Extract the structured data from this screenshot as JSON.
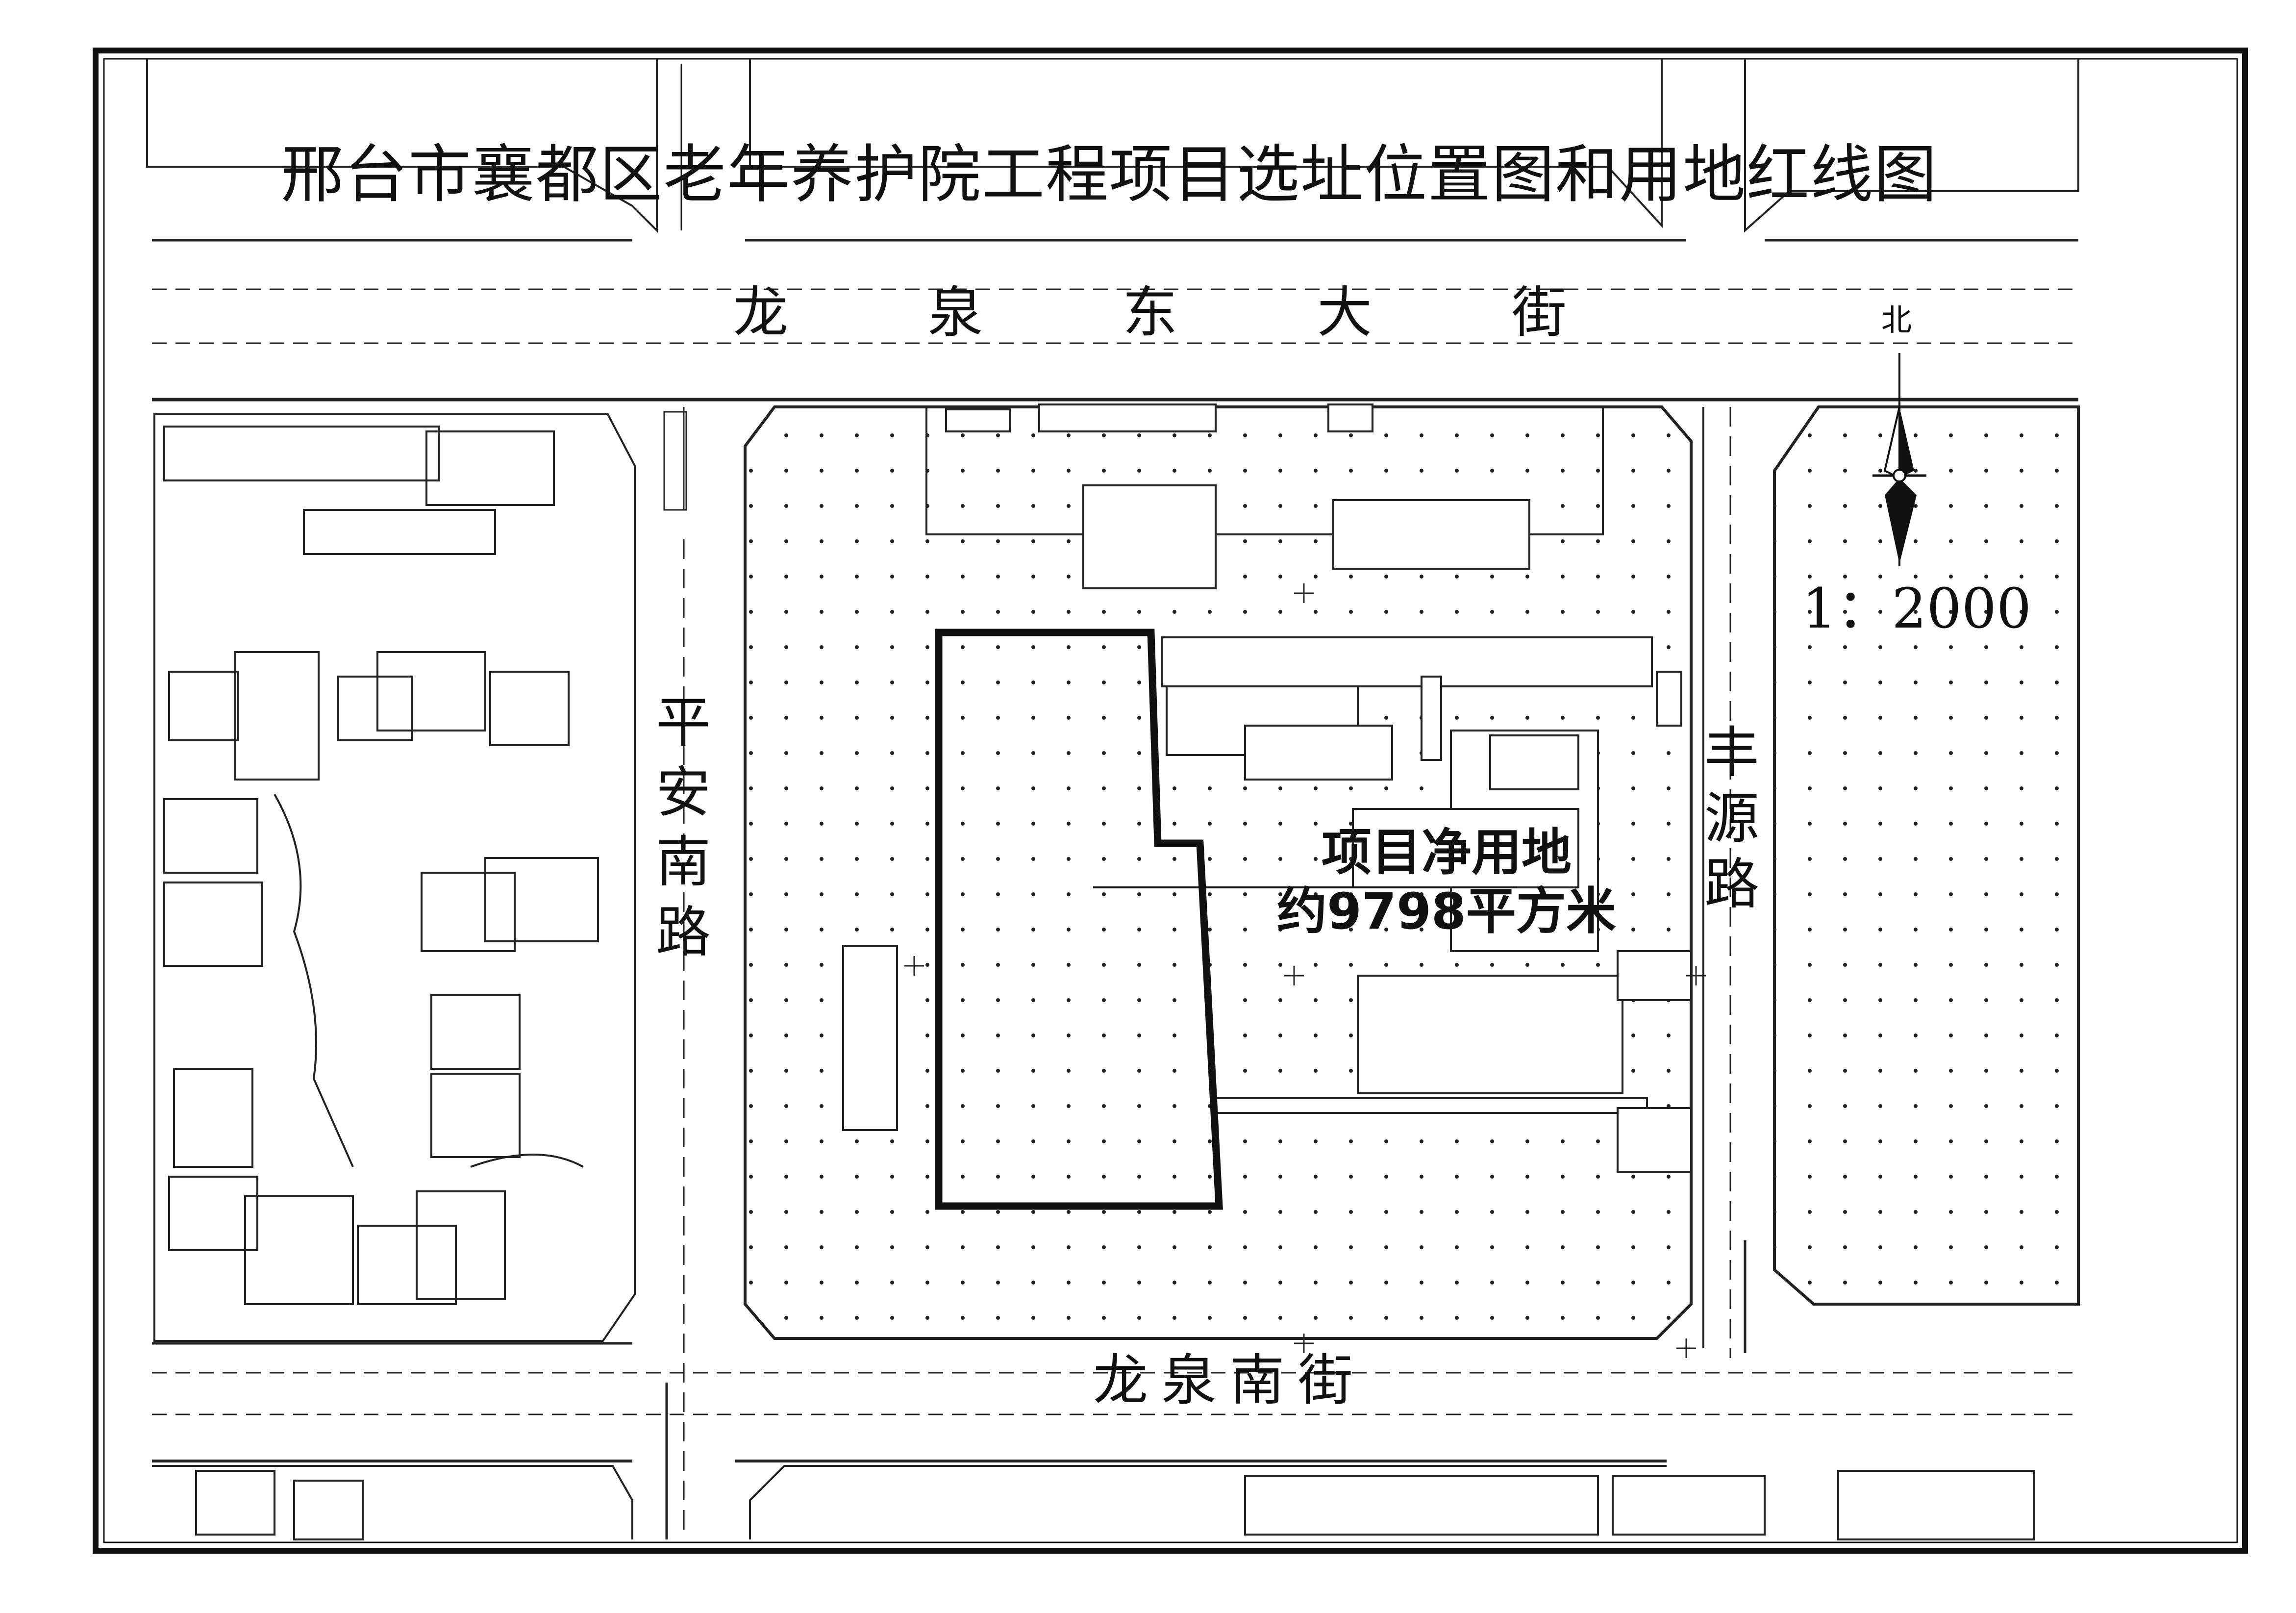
{
  "title": "邢台市襄都区老年养护院工程项目选址位置图和用地红线图",
  "streets": {
    "north": [
      "龙",
      "泉",
      "东",
      "大",
      "街"
    ],
    "south": [
      "龙",
      "泉",
      "南",
      "街"
    ],
    "west": [
      "平",
      "安",
      "南",
      "路"
    ],
    "east": [
      "丰",
      "源",
      "路"
    ]
  },
  "compass": {
    "north_label": "北",
    "icon": "north-arrow-icon"
  },
  "scale": "1：2000",
  "site_label": {
    "line1": "项目净用地",
    "line2": "约9798平方米"
  },
  "colors": {
    "line": "#111111",
    "background": "#ffffff"
  }
}
